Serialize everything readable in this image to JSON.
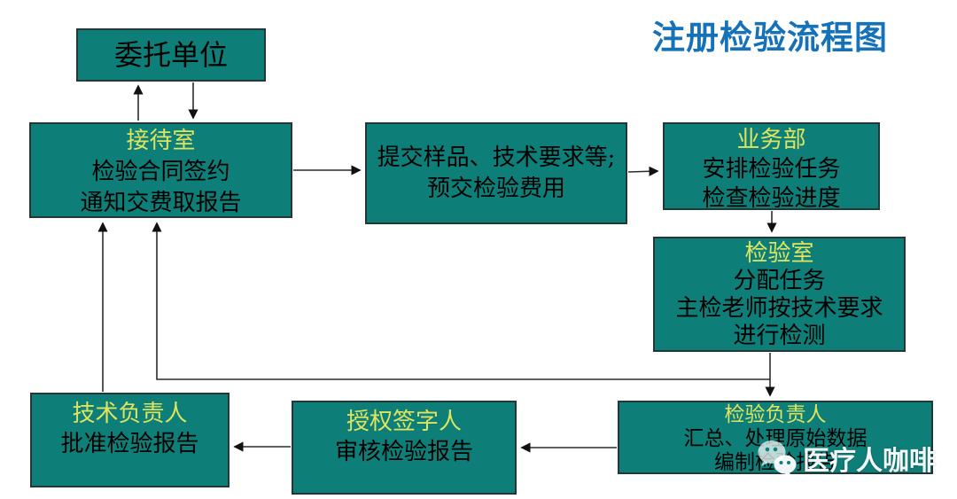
{
  "title": "注册检验流程图",
  "watermark": {
    "label": "医疗人咖啡",
    "icon": "wechat-icon"
  },
  "colors": {
    "box_fill": "#0e7f78",
    "box_border": "#233638",
    "header_text": "#dfe45f",
    "body_text": "#000000",
    "title": "#1571b8",
    "connector": "#2b2b2b",
    "watermark": "#ffffff"
  },
  "nodes": {
    "client": {
      "lines": [
        "委托单位"
      ]
    },
    "reception": {
      "header": "接待室",
      "lines": [
        "检验合同签约",
        "通知交费取报告"
      ]
    },
    "submit": {
      "lines": [
        "提交样品、技术要求等;",
        "预交检验费用"
      ]
    },
    "business": {
      "header": "业务部",
      "lines": [
        "安排检验任务",
        "检查检验进度"
      ]
    },
    "lab": {
      "header": "检验室",
      "lines": [
        "分配任务",
        "主检老师按技术要求",
        "进行检测"
      ]
    },
    "inspector": {
      "header": "检验负责人",
      "lines": [
        "汇总、处理原始数据",
        "编制检验报告"
      ]
    },
    "signer": {
      "header": "授权签字人",
      "lines": [
        "审核检验报告"
      ]
    },
    "tech": {
      "header": "技术负责人",
      "lines": [
        "批准检验报告"
      ]
    }
  }
}
